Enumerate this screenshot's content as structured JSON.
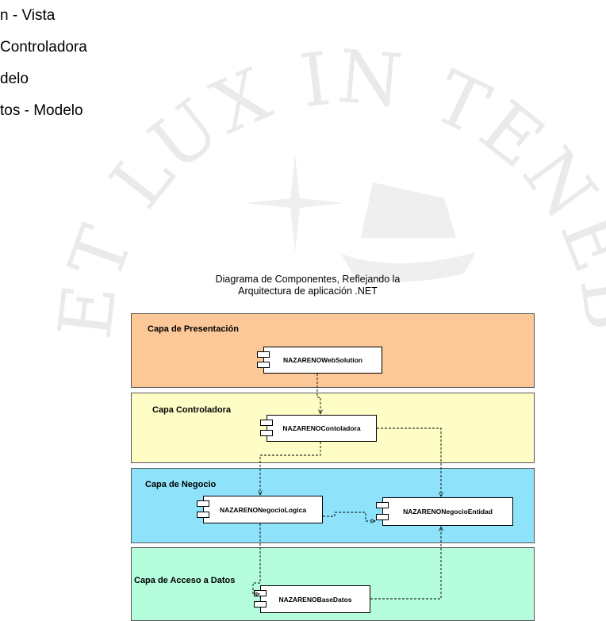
{
  "bullets": [
    "n - Vista",
    " Controladora",
    "delo",
    "tos - Modelo"
  ],
  "watermark_text": "ET LUX IN TENEBRIS LUCET",
  "diagram": {
    "title_line1": "Diagrama de Componentes, Reflejando la",
    "title_line2": "Arquitectura de aplicación .NET",
    "layers": [
      {
        "title": "Capa de Presentación",
        "color": "#fcc898"
      },
      {
        "title": "Capa Controladora",
        "color": "#fefdc6"
      },
      {
        "title": "Capa de Negocio",
        "color": "#8ee3fb"
      },
      {
        "title": "Capa de Acceso a Datos",
        "color": "#b5fddc"
      }
    ],
    "components": {
      "web": "NAZARENOWebSolution",
      "controladora": "NAZARENOContoladora",
      "logica": "NAZARENONegocioLogica",
      "entidad": "NAZARENONegocioEntidad",
      "datos": "NAZARENOBaseDatos"
    }
  }
}
